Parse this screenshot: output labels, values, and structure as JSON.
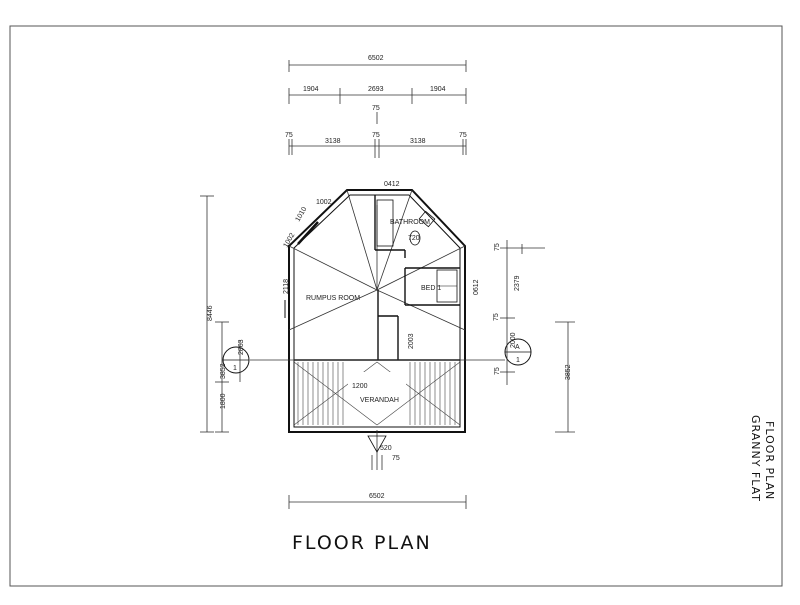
{
  "drawing": {
    "title": "FLOOR PLAN",
    "side_note_line1": "GRANNY FLAT",
    "side_note_line2": "FLOOR PLAN"
  },
  "rooms": {
    "rumpus": "RUMPUS ROOM",
    "bed1": "BED 1",
    "bathroom": "BATHROOM",
    "veranda": "VERANDAH"
  },
  "section_markers": {
    "left": "1",
    "right_letter": "A",
    "right_number": "1"
  },
  "dimensions": {
    "top_overall": "6502",
    "top_split_a": "1904",
    "top_split_b": "2693",
    "top_split_c": "1904",
    "top_small_center": "75",
    "row3_left_end": "75",
    "row3_left_span": "3138",
    "row3_center": "75",
    "row3_right_span": "3138",
    "row3_right_end": "75",
    "roof_top": "0412",
    "upper_left_a": "1002",
    "upper_left_b": "1010",
    "left_diag": "1002",
    "left_height": "2118",
    "right_side": "0612",
    "bath_door": "720",
    "hall_width": "2003",
    "veranda_width": "1200",
    "left_overall": "8446",
    "left_mid": "3852",
    "left_bottom": "1800",
    "left_small": "2863",
    "right_overall": "3852",
    "right_a": "75",
    "right_b": "2379",
    "right_c": "75",
    "right_d": "2000",
    "right_e": "75",
    "bottom_overall": "6502",
    "bottom_step": "520",
    "bottom_small": "75"
  }
}
